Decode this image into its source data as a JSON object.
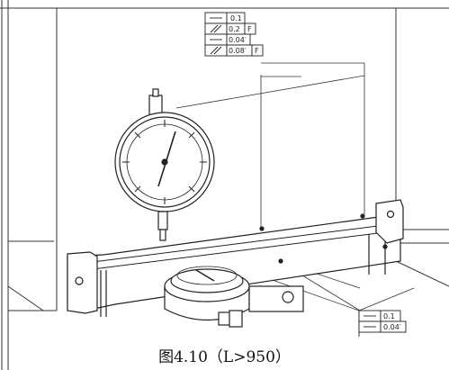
{
  "figure": {
    "caption": "图4.10（L>950）",
    "tolerance_block_top": [
      {
        "symbol": "straightness",
        "value": "0.1",
        "datum": ""
      },
      {
        "symbol": "parallelism",
        "value": "0.2",
        "datum": "F"
      },
      {
        "symbol": "straightness",
        "value": "0.04′",
        "datum": ""
      },
      {
        "symbol": "parallelism",
        "value": "0.08′",
        "datum": "F"
      }
    ],
    "tolerance_block_bottom": [
      {
        "symbol": "straightness",
        "value": "0.1",
        "datum": ""
      },
      {
        "symbol": "straightness",
        "value": "0.04′",
        "datum": ""
      }
    ]
  }
}
